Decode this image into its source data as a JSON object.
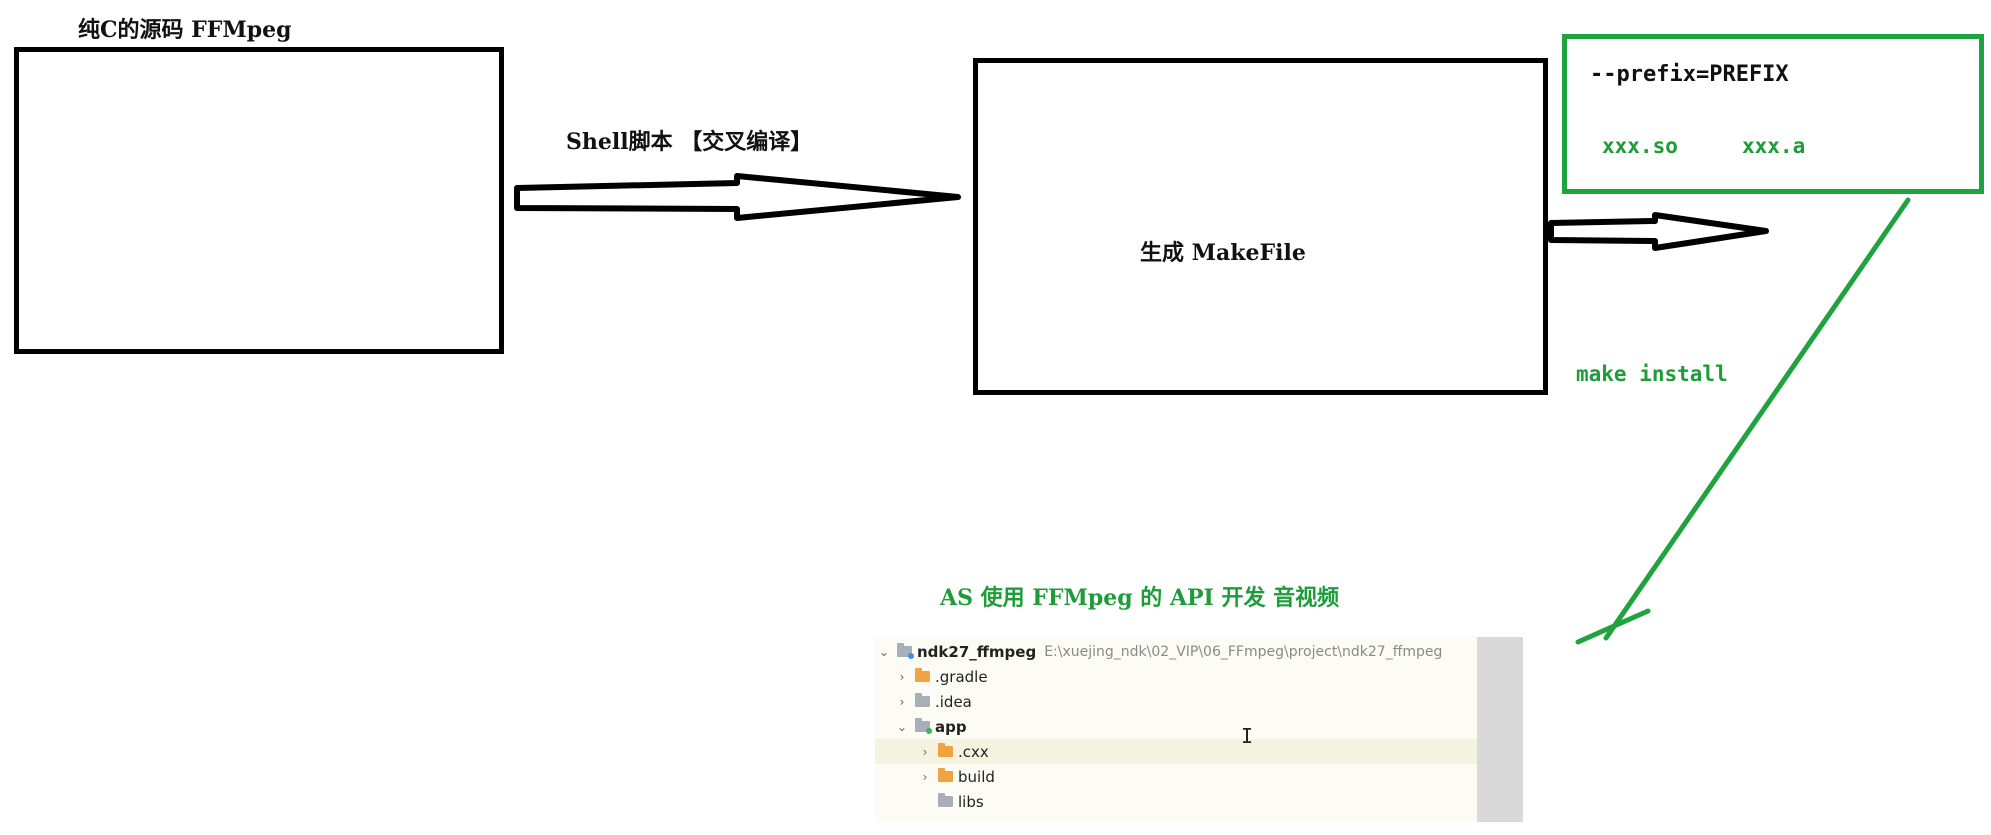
{
  "colors": {
    "black": "#000000",
    "green": "#1fa33f"
  },
  "labels": {
    "source_title": "纯C的源码 FFMpeg",
    "shell_script": "Shell脚本 【交叉编译】",
    "makefile": "生成 MakeFile",
    "prefix": "--prefix=PREFIX",
    "so_file": "xxx.so",
    "a_file": "xxx.a",
    "make_install": "make install",
    "as_usage": "AS 使用 FFMpeg 的 API 开发 音视频"
  },
  "file_tree": {
    "rows": [
      {
        "chevron": "⌄",
        "icon": "module-folder-icon",
        "name": "ndk27_ffmpeg",
        "path": "E:\\xuejing_ndk\\02_VIP\\06_FFmpeg\\project\\ndk27_ffmpeg"
      },
      {
        "chevron": "›",
        "icon": "orange-folder-icon",
        "name": ".gradle"
      },
      {
        "chevron": "›",
        "icon": "grey-folder-icon",
        "name": ".idea"
      },
      {
        "chevron": "⌄",
        "icon": "module-folder-icon",
        "name": "app"
      },
      {
        "chevron": "›",
        "icon": "orange-folder-icon",
        "name": ".cxx"
      },
      {
        "chevron": "›",
        "icon": "orange-folder-icon",
        "name": "build"
      },
      {
        "chevron": "",
        "icon": "grey-folder-icon",
        "name": "libs"
      }
    ],
    "cursor_glyph": "I"
  }
}
